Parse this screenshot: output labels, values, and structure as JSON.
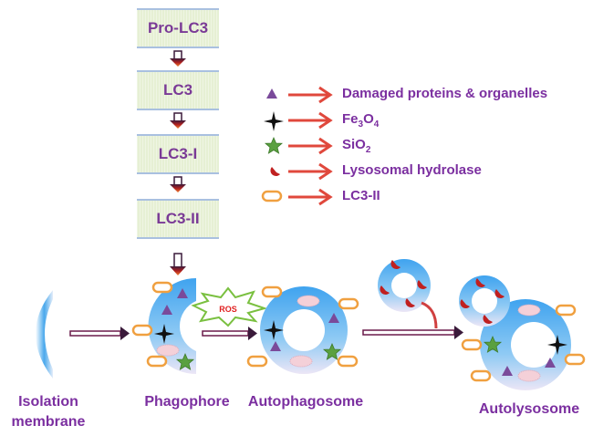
{
  "flow_boxes": [
    "Pro-LC3",
    "LC3",
    "LC3-I",
    "LC3-II"
  ],
  "legend": [
    {
      "icon": "triangle-icon",
      "label": "Damaged proteins & organelles"
    },
    {
      "icon": "four-point-star-icon",
      "label_main": "Fe",
      "sub1": "3",
      "mid": "O",
      "sub2": "4"
    },
    {
      "icon": "green-star-icon",
      "label_main": "SiO",
      "sub1": "2"
    },
    {
      "icon": "hydrolase-icon",
      "label": "Lysosomal hydrolase"
    },
    {
      "icon": "lc3-ii-capsule-icon",
      "label": "LC3-II"
    }
  ],
  "stages": {
    "isolation": [
      "Isolation",
      "membrane"
    ],
    "phagophore": "Phagophore",
    "autophagosome": "Autophagosome",
    "autolysosome": "Autolysosome"
  },
  "ros_label": "ROS",
  "colors": {
    "text": "#7b2fa0",
    "arrow": "#e0483c",
    "membrane": "#4aa8ec",
    "lc3": "#f0a040"
  }
}
